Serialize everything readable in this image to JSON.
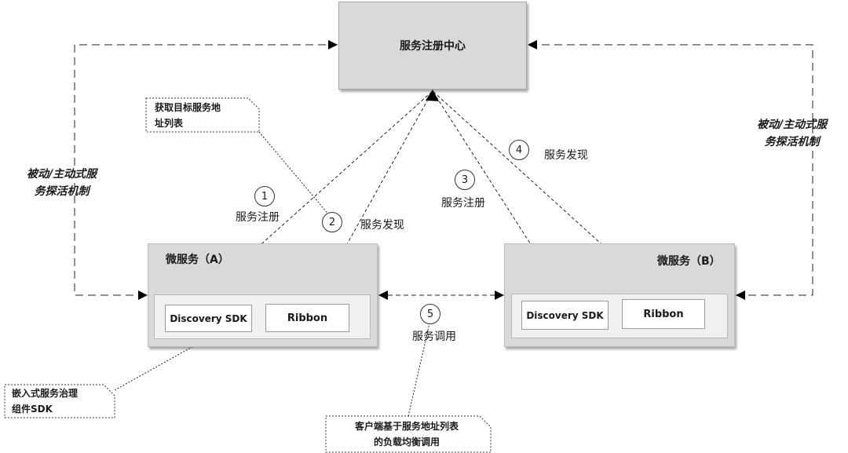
{
  "registry": {
    "title": "服务注册中心"
  },
  "service_a": {
    "title": "微服务（A）",
    "sdk": "Discovery SDK",
    "ribbon": "Ribbon"
  },
  "service_b": {
    "title": "微服务（B）",
    "sdk": "Discovery SDK",
    "ribbon": "Ribbon"
  },
  "probe_left": {
    "line1": "被动/主动式服",
    "line2": "务探活机制"
  },
  "probe_right": {
    "line1": "被动/主动式服",
    "line2": "务探活机制"
  },
  "steps": [
    {
      "num": "1",
      "label": "服务注册"
    },
    {
      "num": "2",
      "label": "服务发现"
    },
    {
      "num": "3",
      "label": "服务注册"
    },
    {
      "num": "4",
      "label": "服务发现"
    },
    {
      "num": "5",
      "label": "服务调用"
    }
  ],
  "notes": {
    "target_list": {
      "line1": "获取目标服务地",
      "line2": "址列表"
    },
    "embedded_sdk": {
      "line1": "嵌入式服务治理",
      "line2": "组件SDK"
    },
    "client_lb": {
      "line1": "客户端基于服务地址列表",
      "line2": "的负载均衡调用"
    }
  }
}
